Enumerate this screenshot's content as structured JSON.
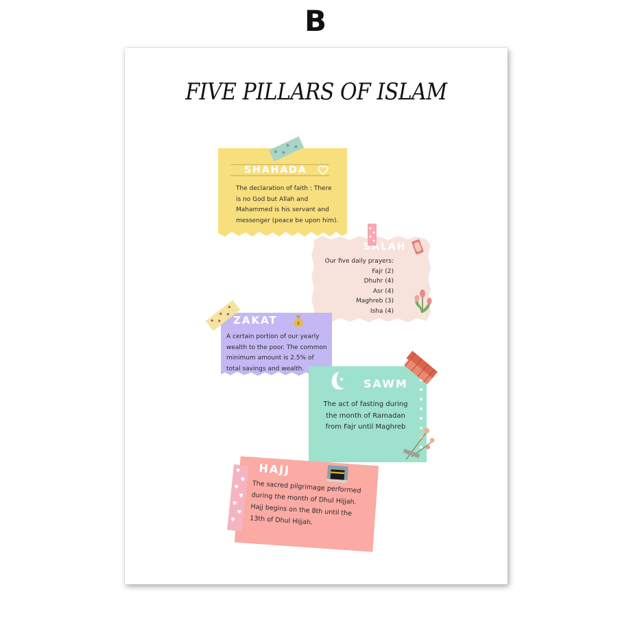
{
  "variant_letter": "B",
  "title": "FIVE PILLARS OF ISLAM",
  "colors": {
    "shahada": "#f8df7e",
    "salah": "#f7e3dc",
    "zakat": "#c3b8f3",
    "sawm": "#9ee1cd",
    "hajj": "#fbaaa4",
    "text": "#2b2b2b"
  },
  "cards": {
    "shahada": {
      "heading": "SHAHADA",
      "icon": "heart-icon",
      "lines": [
        "The declaration of faith : There",
        "is no God but Allah and",
        "Mahammed is his servant and",
        "messenger (peace be upon him)."
      ]
    },
    "salah": {
      "heading": "SALAH",
      "icon": "prayer-mat-icon",
      "intro": "Our five daily prayers:",
      "prayers": [
        "Fajr (2)",
        "Dhuhr (4)",
        "Asr (4)",
        "Maghreb (3)",
        "Isha (4)"
      ],
      "decoration": "tulip-icon"
    },
    "zakat": {
      "heading": "ZAKAT",
      "icon": "money-bag-icon",
      "lines": [
        "A certain portion of our yearly",
        "wealth to the poor. The common",
        "minimum amount is 2.5% of",
        "total savings and wealth."
      ]
    },
    "sawm": {
      "heading": "SAWM",
      "icon": "crescent-moon-icon",
      "lines": [
        "The act of fasting during",
        "the month of Ramadan",
        "from Fajr until Maghreb"
      ],
      "decoration": "dried-flowers-icon"
    },
    "hajj": {
      "heading": "HAJJ",
      "icon": "kaaba-icon",
      "lines": [
        "The sacred pilgrimage performed",
        "during the month of Dhul Hijjah.",
        "Hajj begins on the 8th until the",
        "13th of Dhul Hijjah."
      ]
    }
  }
}
